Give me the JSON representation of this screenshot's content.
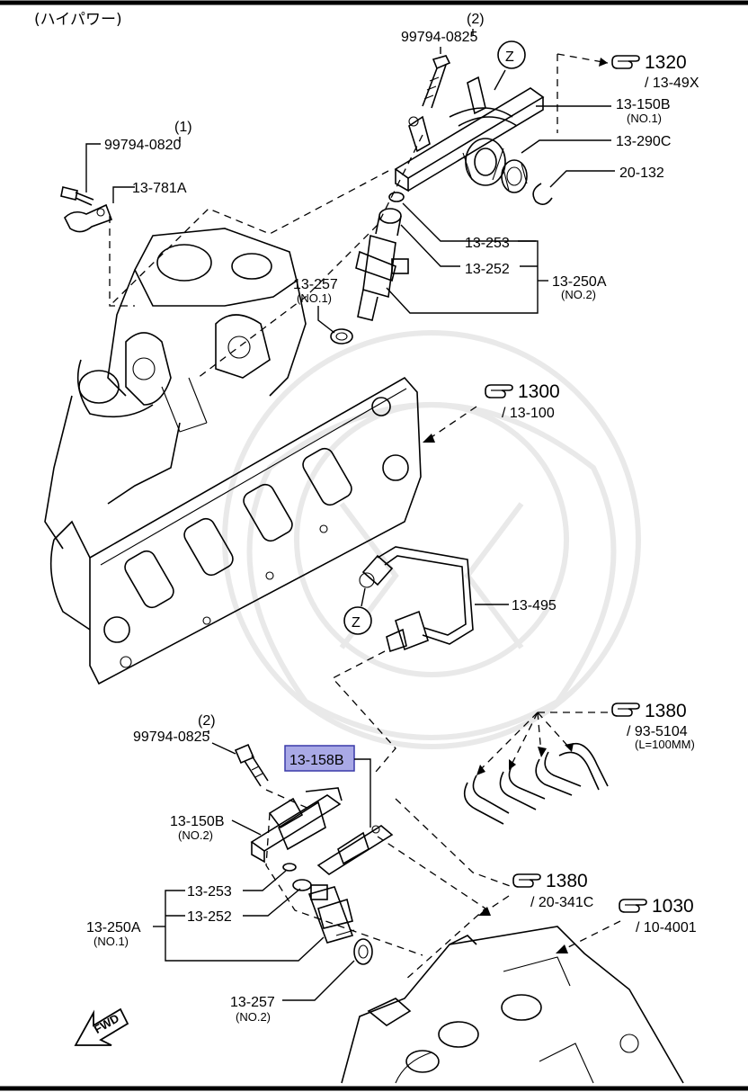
{
  "title": "(ハイパワー)",
  "top_labels": {
    "bolt_qty": "(2)",
    "bolt_code": "99794-0825",
    "bolt2_qty": "(1)",
    "bolt2_code": "99794-0820",
    "bracket": "13-781A",
    "rail_no1": "13-150B",
    "rail_no1_sub": "(NO.1)",
    "regulator": "13-290C",
    "clip": "20-132",
    "oring_upper": "13-253",
    "cushion_upper": "13-252",
    "injector_no2": "13-250A",
    "injector_no2_sub": "(NO.2)",
    "insulator_no1": "13-257",
    "insulator_no1_sub": "(NO.1)",
    "hose": "13-495",
    "z_marker": "Z"
  },
  "bottom_labels": {
    "bolt_qty": "(2)",
    "bolt_code": "99794-0825",
    "highlight": "13-158B",
    "rail_no2": "13-150B",
    "rail_no2_sub": "(NO.2)",
    "oring_lower": "13-253",
    "cushion_lower": "13-252",
    "injector_no1": "13-250A",
    "injector_no1_sub": "(NO.1)",
    "insulator_no2": "13-257",
    "insulator_no2_sub": "(NO.2)",
    "fwd": "FWD"
  },
  "references": [
    {
      "main": "1320",
      "sub": "/ 13-49X"
    },
    {
      "main": "1300",
      "sub": "/ 13-100"
    },
    {
      "main": "1380",
      "sub": "/ 93-5104",
      "note": "(L=100MM)"
    },
    {
      "main": "1380",
      "sub": "/ 20-341C"
    },
    {
      "main": "1030",
      "sub": "/ 10-4001"
    }
  ],
  "colors": {
    "highlight_fill": "#a9a9e6",
    "highlight_stroke": "#3a3aa8"
  }
}
